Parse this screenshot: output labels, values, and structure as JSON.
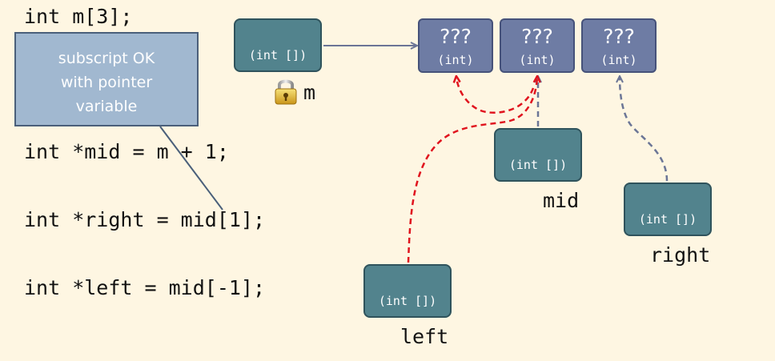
{
  "code": {
    "line1": "int m[3];",
    "line2": "int *mid = m + 1;",
    "line3": "int *right = mid[1];",
    "line4": "int *left = mid[-1];"
  },
  "callout": {
    "line1": "subscript OK",
    "line2": "with pointer",
    "line3": "variable"
  },
  "pointer_type_label": "(int [])",
  "array_cells": [
    {
      "value": "???",
      "type": "(int)"
    },
    {
      "value": "???",
      "type": "(int)"
    },
    {
      "value": "???",
      "type": "(int)"
    }
  ],
  "variables": {
    "m": "m",
    "mid": "mid",
    "right": "right",
    "left": "left"
  },
  "colors": {
    "background": "#fef6e2",
    "pointer_box": "#52838d",
    "array_cell": "#6e7ca4",
    "callout": "#a1b8d0",
    "error_arrow": "#e0141e",
    "normal_arrow": "#6b7596"
  },
  "icons": {
    "m_lock": "padlock-icon"
  }
}
